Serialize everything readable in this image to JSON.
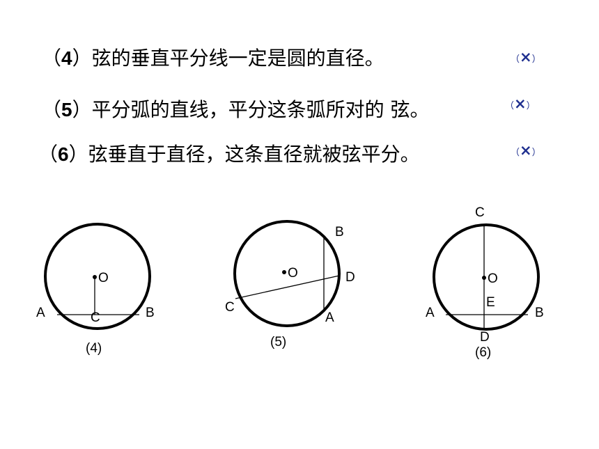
{
  "statements": [
    {
      "open": "（",
      "num": "4",
      "close": "）",
      "text": "弦的垂直平分线一定是圆的直径。",
      "mark_open": "（",
      "mark": "×",
      "mark_close": "）"
    },
    {
      "open": "（",
      "num": "5",
      "close": "）",
      "text": "平分弧的直线，平分这条弧所对的 弦。",
      "mark_open": "（",
      "mark": "×",
      "mark_close": "）"
    },
    {
      "open": "（",
      "num": "6",
      "close": "）",
      "text": "弦垂直于直径，这条直径就被弦平分。",
      "mark_open": "（",
      "mark": "×",
      "mark_close": "）"
    }
  ],
  "figures": [
    {
      "caption": "(4)",
      "labels": {
        "O": "O",
        "A": "A",
        "B": "B",
        "C": "C"
      }
    },
    {
      "caption": "(5)",
      "labels": {
        "O": "O",
        "A": "A",
        "B": "B",
        "C": "C",
        "D": "D"
      }
    },
    {
      "caption": "(6)",
      "labels": {
        "O": "O",
        "A": "A",
        "B": "B",
        "C": "C",
        "D": "D",
        "E": "E"
      }
    }
  ],
  "colors": {
    "text": "#000000",
    "mark": "#1f2f8f",
    "background": "#ffffff"
  }
}
